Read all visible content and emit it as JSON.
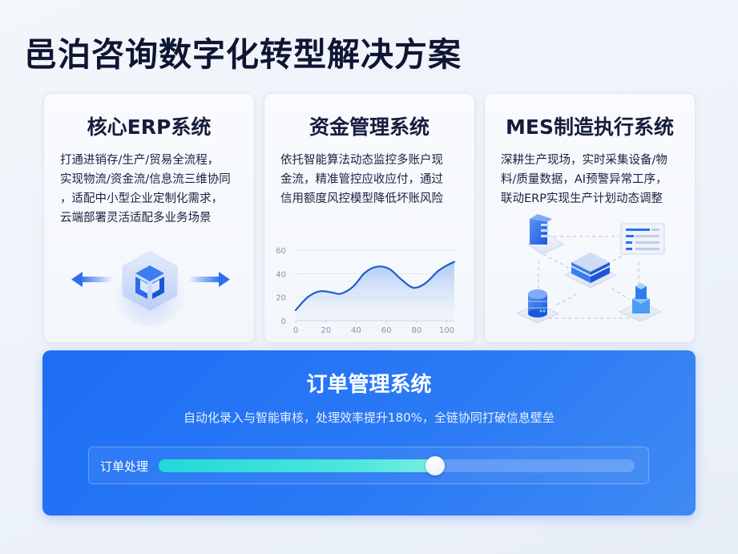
{
  "page": {
    "title": "邑泊咨询数字化转型解决方案"
  },
  "cards": [
    {
      "title": "核心ERP系统",
      "description": "打通进销存/生产/贸易全流程，\n实现物流/资金流/信息流三维协同\n，适配中小型企业定制化需求，\n云端部署灵活适配多业务场景",
      "illustration": "hexagon-cube-with-arrows"
    },
    {
      "title": "资金管理系统",
      "description": "依托智能算法动态监控多账户现\n金流，精准管控应收应付，通过\n信用额度风控模型降低坏账风险",
      "illustration": "area-chart"
    },
    {
      "title": "MES制造执行系统",
      "description": "深耕生产现场，实时采集设备/物\n料/质量数据，AI预警异常工序，\n联动ERP实现生产计划动态调整",
      "illustration": "isometric-network"
    }
  ],
  "order_panel": {
    "title": "订单管理系统",
    "description": "自动化录入与智能审核，处理效率提升180%，全链协同打破信息壁垒",
    "slider": {
      "label": "订单处理",
      "value_percent": 58
    }
  },
  "colors": {
    "accent": "#1e6ef5",
    "title_text": "#0f1633",
    "slider_fill": "#22d8d8",
    "chart_line": "#1f5fc8"
  },
  "chart_data": {
    "type": "area",
    "title": "",
    "xlabel": "",
    "ylabel": "",
    "x_ticks": [
      0,
      20,
      40,
      60,
      80,
      100
    ],
    "y_ticks": [
      0,
      20,
      40,
      60
    ],
    "xlim": [
      0,
      105
    ],
    "ylim": [
      0,
      60
    ],
    "grid": true,
    "legend": "none",
    "x": [
      0,
      8,
      16,
      24,
      30,
      38,
      46,
      54,
      62,
      70,
      78,
      86,
      94,
      100,
      105
    ],
    "values": [
      9,
      20,
      25,
      24,
      23,
      29,
      41,
      46,
      44,
      35,
      28,
      32,
      42,
      47,
      50
    ]
  }
}
